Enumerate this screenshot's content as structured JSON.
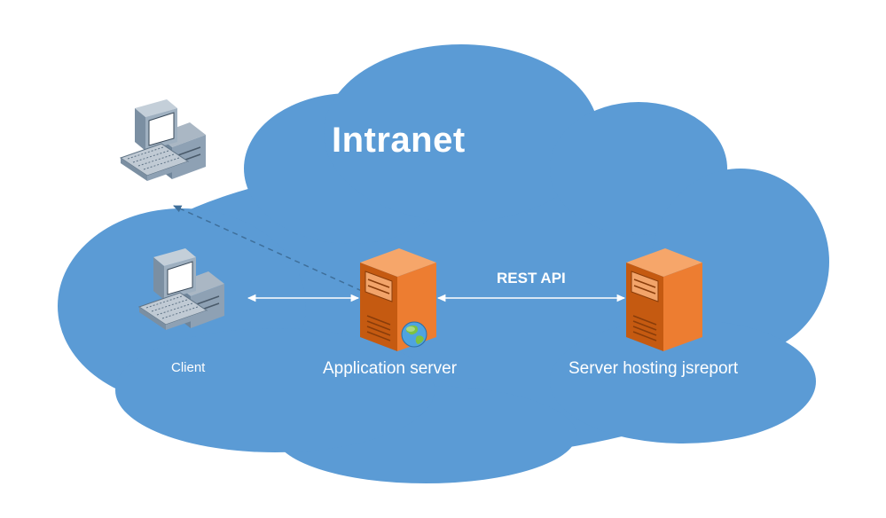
{
  "diagram": {
    "title": "Intranet",
    "edge_label": "REST API",
    "nodes": {
      "client": "Client",
      "app_server": "Application server",
      "report_server": "Server hosting jsreport"
    },
    "colors": {
      "cloud": "#5b9bd5",
      "server": "#ed7d31",
      "arrow": "#ffffff",
      "dashed_arrow": "#3f6f9a"
    },
    "icons": {
      "external_computer": "desktop-computer-icon",
      "client_computer": "desktop-computer-icon",
      "app_server": "server-tower-icon",
      "globe": "globe-icon",
      "report_server": "server-tower-icon"
    }
  }
}
